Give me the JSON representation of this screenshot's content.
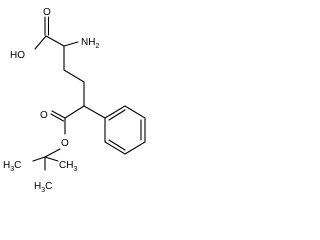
{
  "structure": {
    "labels": {
      "carboxyl_oxygen": "O",
      "hydroxyl": "HO",
      "amine": "NH",
      "amine_subscript": "2",
      "ester_carbonyl_oxygen": "O",
      "ester_oxygen": "O",
      "methyl_left": "H",
      "methyl_left_subscript": "3",
      "methyl_left_carbon": "C",
      "methyl_bottom": "H",
      "methyl_bottom_subscript": "3",
      "methyl_bottom_carbon": "C",
      "methyl_right": "CH",
      "methyl_right_subscript": "3"
    }
  }
}
